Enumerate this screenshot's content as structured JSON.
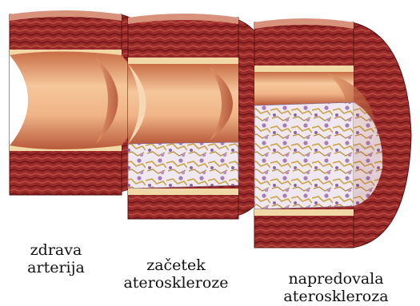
{
  "labels": [
    {
      "line1": "zdrava",
      "line2": "arterija"
    },
    {
      "line1": "začetek",
      "line2": "ateroskleroze"
    },
    {
      "line1": "napredovala",
      "line2": "ateroskleroza"
    }
  ],
  "colors": {
    "muscle_dark": "#7a1a1a",
    "muscle_mid": "#a83232",
    "muscle_light": "#c85a4a",
    "intima": "#f1d6a6",
    "lumen_shadow": "#d58a5a",
    "lumen_light": "#f4c59c",
    "plaque_white": "#f3eef2",
    "plaque_purple": "#a67bb8",
    "plaque_yellow": "#c9a24a"
  }
}
